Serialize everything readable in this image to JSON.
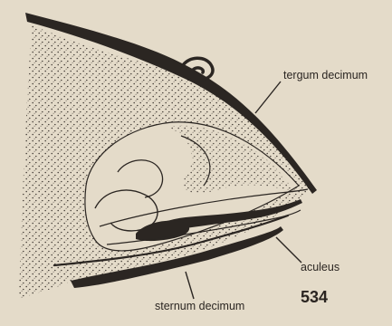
{
  "figure": {
    "number": "534",
    "labels": {
      "tergum": "tergum decimum",
      "aculeus": "aculeus",
      "sternum": "sternum decimum"
    },
    "colors": {
      "paper": "#e4dbc9",
      "ink": "#2b2622",
      "stipple": "#3a332d"
    }
  }
}
